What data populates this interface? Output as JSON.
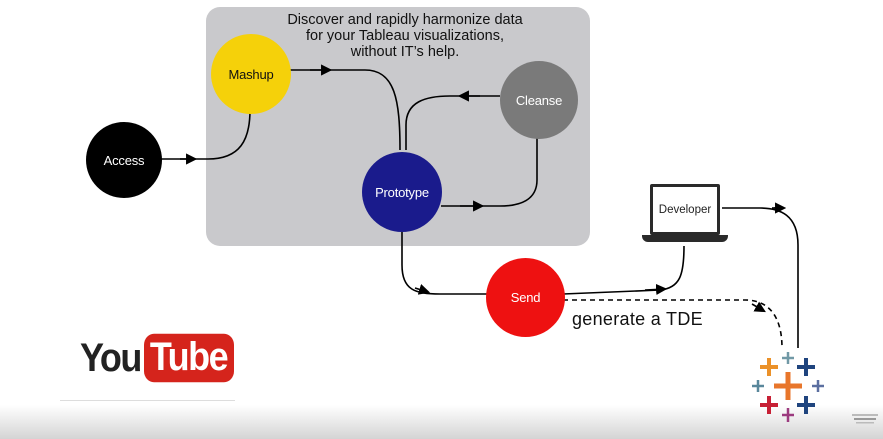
{
  "headline": "Discover and rapidly harmonize data\nfor your Tableau visualizations,\nwithout IT’s help.",
  "nodes": {
    "access": {
      "label": "Access",
      "color": "#000000"
    },
    "mashup": {
      "label": "Mashup",
      "color": "#f5d10a"
    },
    "cleanse": {
      "label": "Cleanse",
      "color": "#7a7a7a"
    },
    "prototype": {
      "label": "Prototype",
      "color": "#1a1b8c"
    },
    "send": {
      "label": "Send",
      "color": "#ee1111"
    }
  },
  "developer": {
    "label": "Developer",
    "icon": "laptop-icon"
  },
  "tde_label": "generate a TDE",
  "youtube": {
    "you": "You",
    "tube": "Tube",
    "tube_color": "#d5241c"
  },
  "tableau_logo": {
    "icon": "tableau-plus-logo",
    "colors": [
      "#e8762b",
      "#5b879b",
      "#1f447e",
      "#c72035",
      "#eb9129",
      "#59879b",
      "#7199a6",
      "#9c3b7f"
    ]
  }
}
